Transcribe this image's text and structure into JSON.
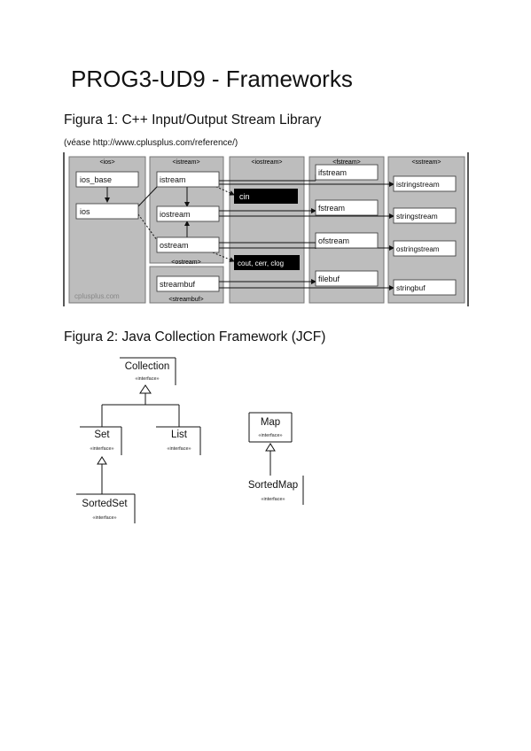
{
  "document": {
    "title": "PROG3-UD9 - Frameworks",
    "figure1": {
      "caption": "Figura 1: C++ Input/Output Stream Library",
      "source_note": "(véase http://www.cplusplus.com/reference/)",
      "columns": [
        "<ios>",
        "<istream>",
        "<iostream>",
        "<fstream>",
        "<sstream>"
      ],
      "ostream_header": "<ostream>",
      "streambuf_header": "<streambuf>",
      "watermark": "cplusplus.com",
      "boxes": {
        "ios_base": "ios_base",
        "ios": "ios",
        "istream": "istream",
        "iostream": "iostream",
        "ostream": "ostream",
        "streambuf": "streambuf",
        "cin": "cin",
        "cout": "cout, cerr, clog",
        "ifstream": "ifstream",
        "fstream": "fstream",
        "ofstream": "ofstream",
        "filebuf": "filebuf",
        "istringstream": "istringstream",
        "stringstream": "stringstream",
        "ostringstream": "ostringstream",
        "stringbuf": "stringbuf"
      }
    },
    "figure2": {
      "caption": "Figura 2: Java Collection Framework (JCF)",
      "stereotype": "«interface»",
      "nodes": {
        "collection": "Collection",
        "set": "Set",
        "list": "List",
        "sortedset": "SortedSet",
        "map": "Map",
        "sortedmap": "SortedMap"
      }
    }
  }
}
